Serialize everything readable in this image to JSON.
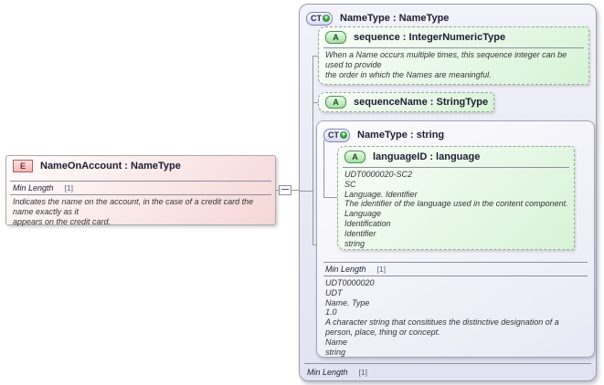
{
  "icons": {
    "element": "E",
    "attribute": "A",
    "complex_type": "CT",
    "plus": "+"
  },
  "colors": {
    "element_fill": "#f6d7d7",
    "element_border": "#b06060",
    "attribute_fill": "#d7f3d7",
    "attribute_border": "#54904f",
    "complex_type_fill": "#e7e7f6",
    "complex_type_border": "#9c9cae",
    "connector_line": "#96969e"
  },
  "element": {
    "title": "NameOnAccount : NameType",
    "facet": {
      "label": "Min Length",
      "value": "[1]"
    },
    "description": "Indicates the name on the account, in the case of a credit card the name exactly as it\nappears on the credit card."
  },
  "complex_type": {
    "title": "NameType : NameType",
    "attributes": [
      {
        "title": "sequence : IntegerNumericType",
        "description": "When a Name occurs multiple times, this sequence integer can be used to provide\nthe order in which the Names are meaningful."
      },
      {
        "title": "sequenceName : StringType"
      }
    ],
    "nested_type": {
      "title": "NameType : string",
      "attribute": {
        "title": "languageID : language",
        "description": "UDT0000020-SC2\nSC\nLanguage. Identifier\nThe identifier of the language used in the content component.\nLanguage\nIdentification\nIdentifier\nstring"
      },
      "facet": {
        "label": "Min Length",
        "value": "[1]"
      },
      "description": "UDT0000020\nUDT\nName. Type\n1.0\nA character string that consititues the distinctive designation of a person, place, thing or concept.\nName\nstring"
    },
    "facet": {
      "label": "Min Length",
      "value": "[1]"
    }
  }
}
